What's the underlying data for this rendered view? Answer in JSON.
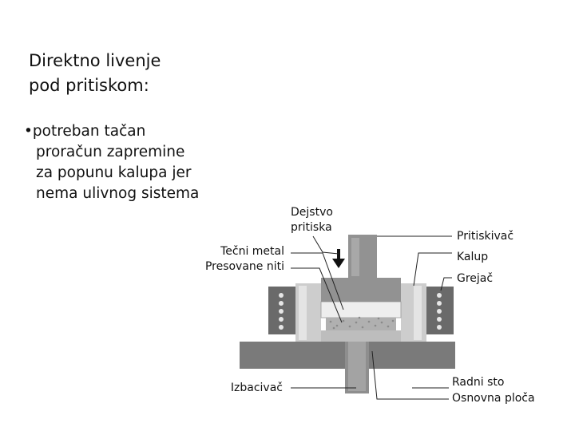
{
  "title": {
    "line1": "Direktno livenje",
    "line2": "pod pritiskom:"
  },
  "bullet": {
    "lines": [
      "•potreban tačan",
      "proračun zapremine",
      "za popunu kalupa jer",
      "nema ulivnog sistema"
    ]
  },
  "diagram": {
    "labels": {
      "dejstvo_line1": "Dejstvo",
      "dejstvo_line2": "pritiska",
      "tecni_metal": "Tečni metal",
      "presovane_niti": "Presovane niti",
      "pritiskivac": "Pritiskivač",
      "kalup": "Kalup",
      "grejac": "Grejač",
      "izbacivac": "Izbacivač",
      "radni_sto": "Radni sto",
      "osnovna_ploca": "Osnovna ploča"
    }
  },
  "colors": {
    "table": "#7a7a7a",
    "punch": "#929292",
    "mold_light": "#d4d4d4",
    "heater": "#6a6a6a",
    "insert": "#eeeeee",
    "porous": "#b0b0b0"
  }
}
